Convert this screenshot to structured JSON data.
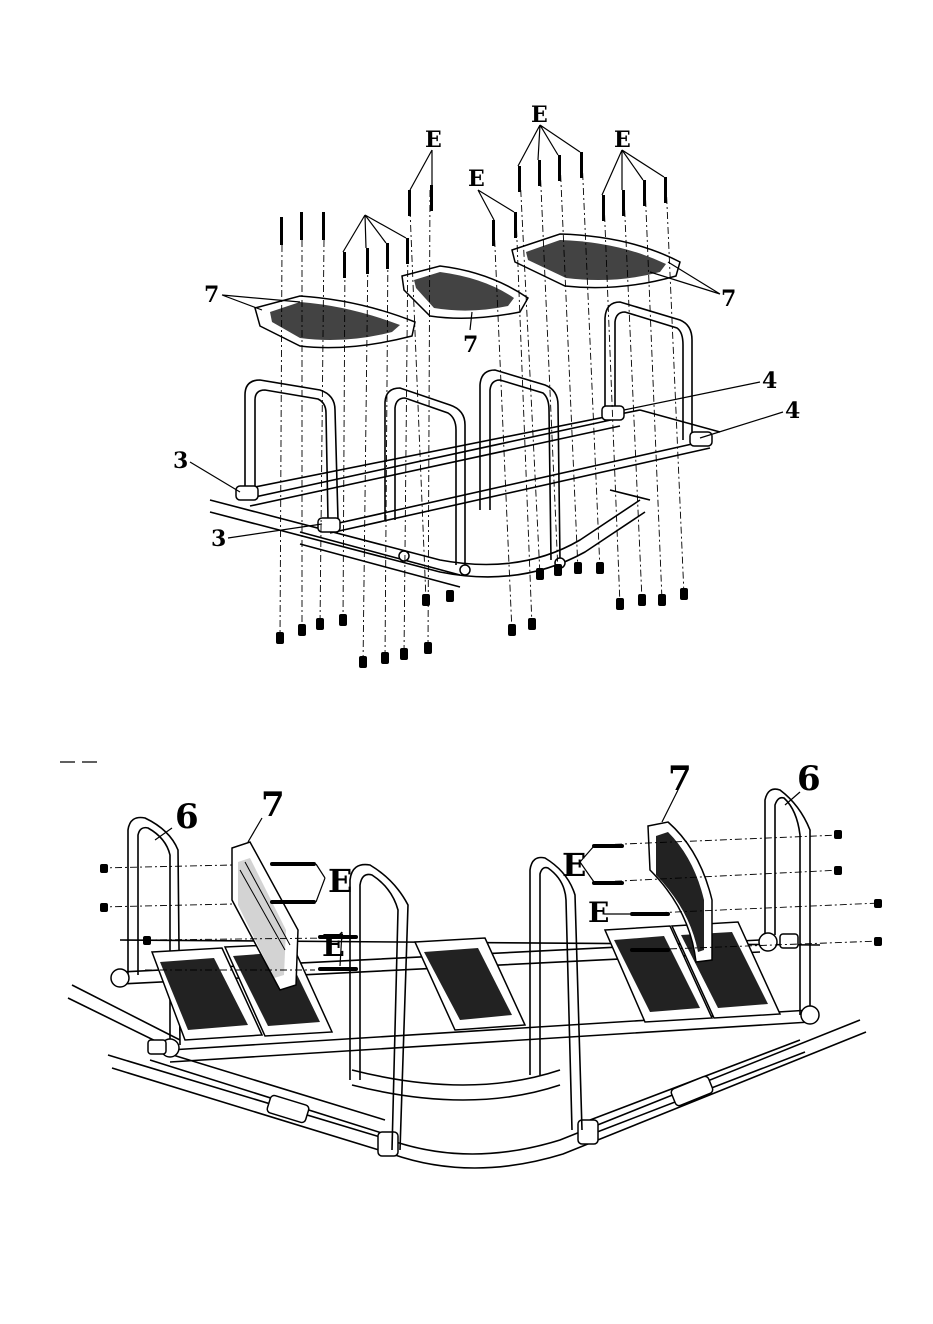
{
  "top_step": {
    "labels": {
      "e1": "E",
      "e2": "E",
      "e3": "E",
      "e4": "E",
      "seven_left": "7",
      "seven_mid": "7",
      "seven_right": "7",
      "four_a": "4",
      "four_b": "4",
      "three_a": "3",
      "three_b": "3"
    }
  },
  "bottom_step": {
    "labels": {
      "six_left": "6",
      "six_right": "6",
      "seven_left": "7",
      "seven_right": "7",
      "e_left_back": "E",
      "e_left_seat": "E",
      "e_right_back": "E",
      "e_right_seat": "E"
    }
  },
  "colors": {
    "ink": "#000000",
    "paper": "#ffffff",
    "seat_fill": "#222222"
  }
}
